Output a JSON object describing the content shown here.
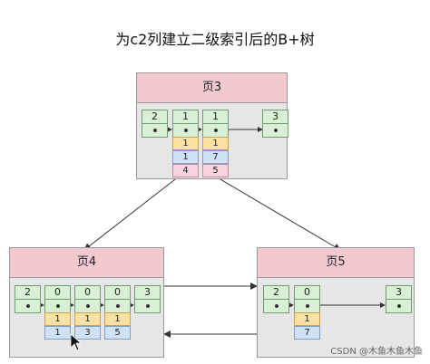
{
  "title": "为c2列建立二级索引后的B+树",
  "pages": {
    "p3": {
      "label": "页3",
      "records": [
        {
          "key": "2"
        },
        {
          "key": "1",
          "c3": "1",
          "c4": "1",
          "c1": "4"
        },
        {
          "key": "1",
          "c3": "1",
          "c4": "7",
          "c1": "5"
        },
        {
          "key": "3"
        }
      ]
    },
    "p4": {
      "label": "页4",
      "records": [
        {
          "key": "2"
        },
        {
          "key": "0",
          "c3": "1",
          "c1": "1"
        },
        {
          "key": "0",
          "c3": "1",
          "c1": "3"
        },
        {
          "key": "0",
          "c3": "1",
          "c1": "5"
        },
        {
          "key": "3"
        }
      ]
    },
    "p5": {
      "label": "页5",
      "records": [
        {
          "key": "2"
        },
        {
          "key": "0",
          "c3": "1",
          "c1": "7"
        },
        {
          "key": "3"
        }
      ]
    }
  },
  "watermark": "CSDN @木鱼木鱼木鱼"
}
